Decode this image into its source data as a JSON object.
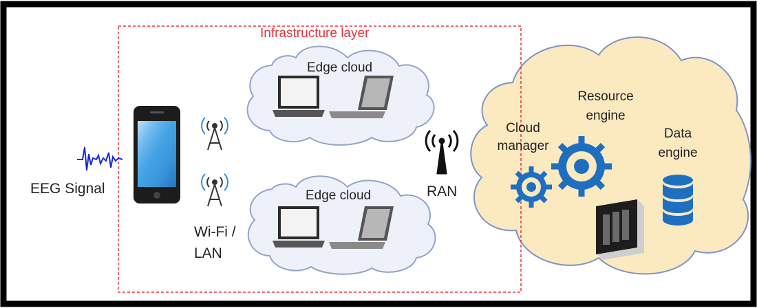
{
  "infrastructure": {
    "title": "Infrastructure layer"
  },
  "devices": {
    "signal_label": "EEG Signal"
  },
  "network": {
    "wifi_label_line1": "Wi-Fi /",
    "wifi_label_line2": "LAN",
    "ran_label": "RAN"
  },
  "edge": {
    "top_label": "Edge cloud",
    "bottom_label": "Edge cloud"
  },
  "cloud": {
    "manager_line1": "Cloud",
    "manager_line2": "manager",
    "resource_line1": "Resource",
    "resource_line2": "engine",
    "data_line1": "Data",
    "data_line2": "engine"
  },
  "colors": {
    "border": "#000000",
    "infra_dashed": "#e8323a",
    "edge_cloud_fill": "#eef1fa",
    "edge_cloud_stroke": "#93a4c8",
    "main_cloud_fill": "#fbe9c0",
    "main_cloud_stroke": "#7e94c4",
    "gear": "#1f6fc0",
    "signal": "#1a2bd6"
  }
}
